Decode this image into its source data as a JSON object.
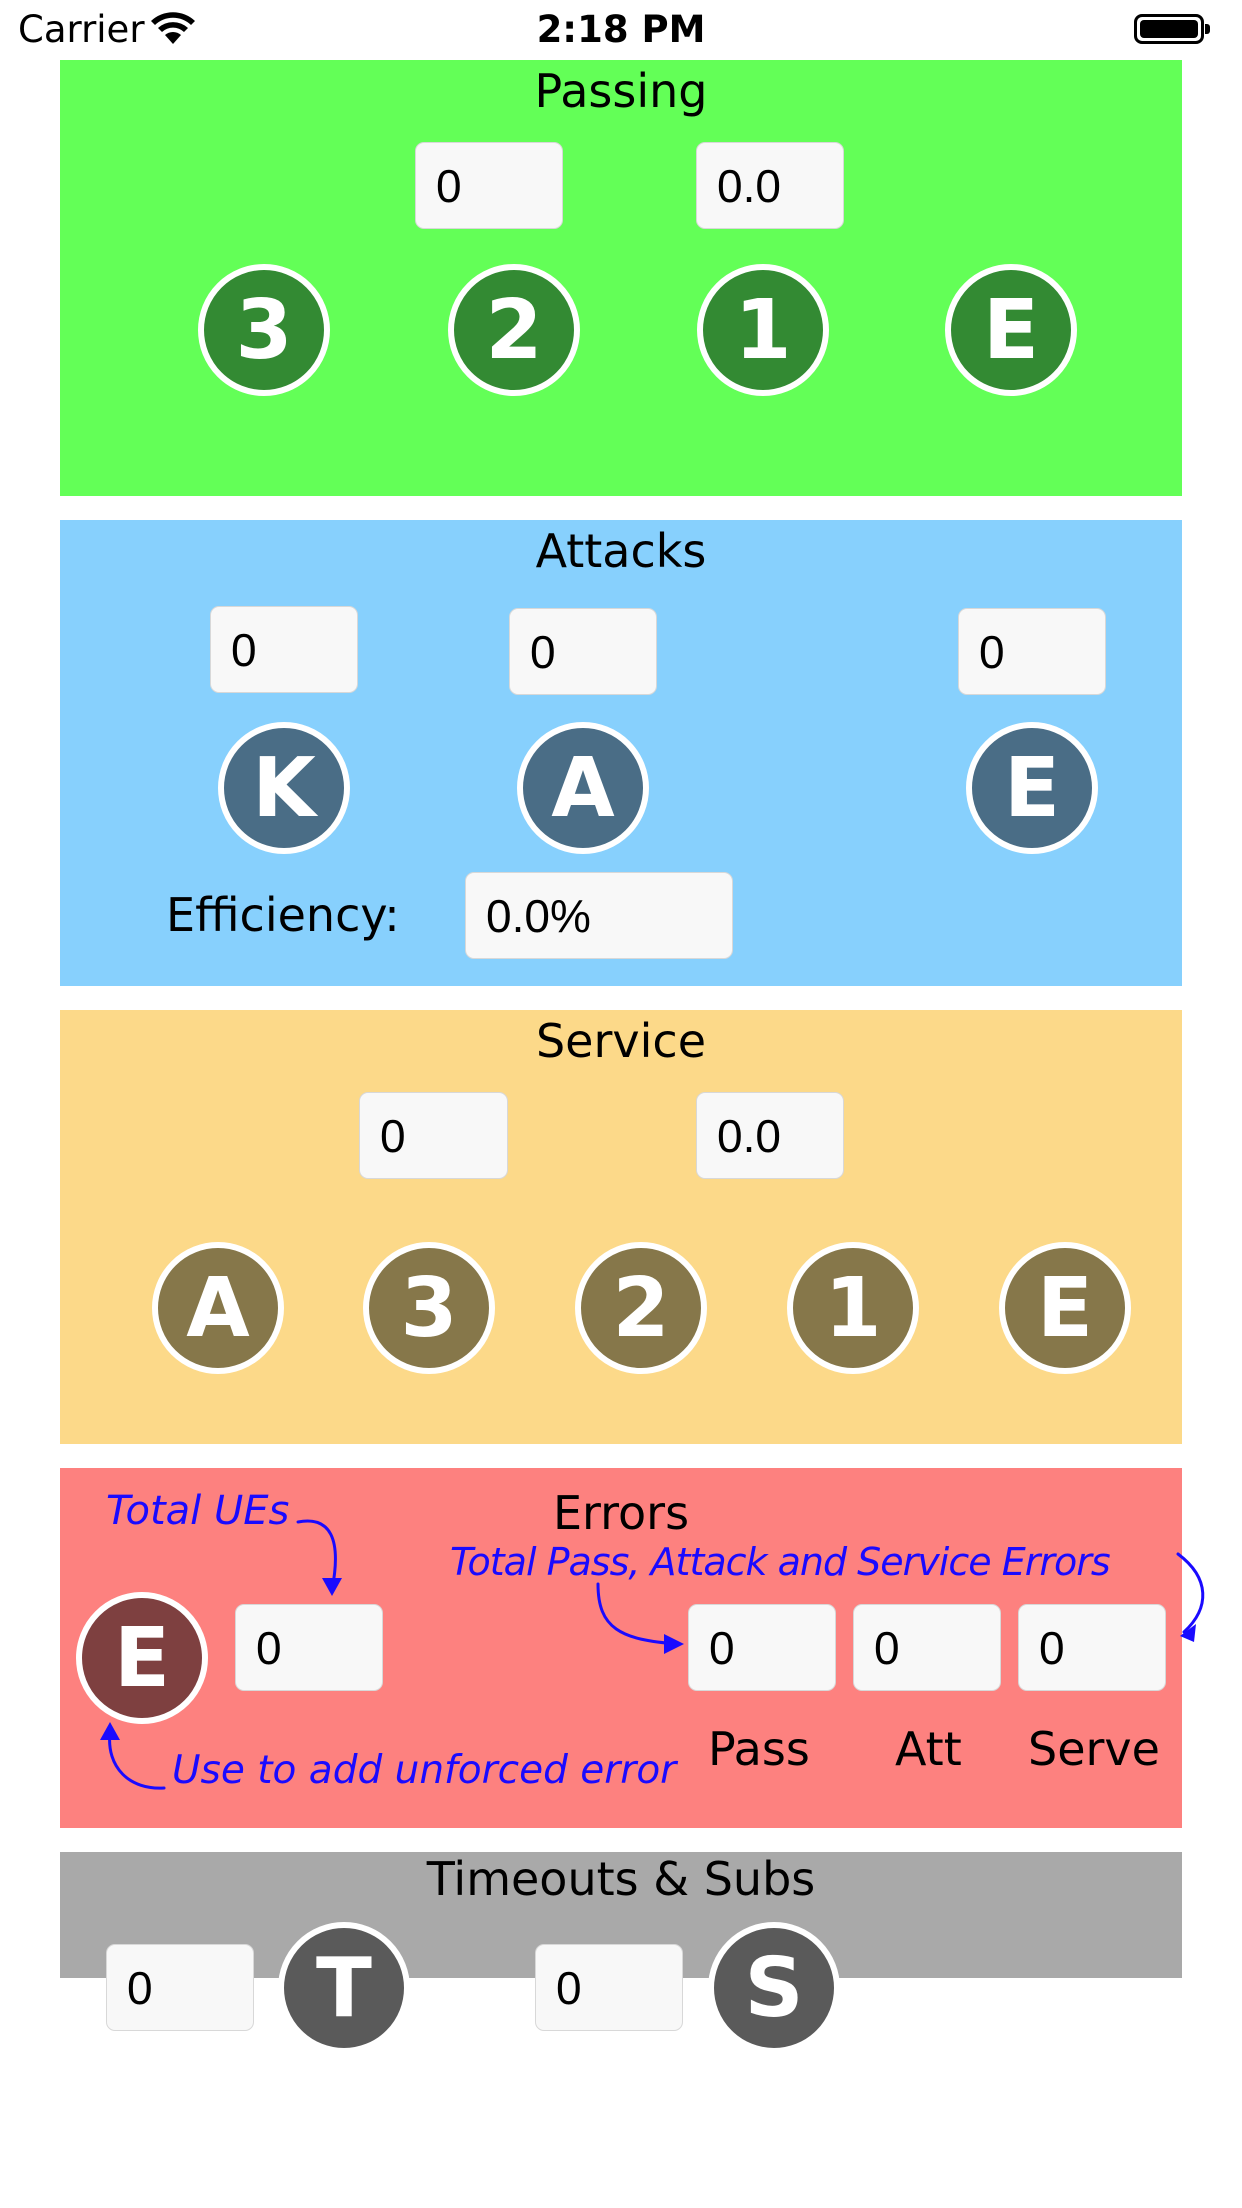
{
  "status_bar": {
    "carrier": "Carrier",
    "time": "2:18 PM"
  },
  "passing": {
    "title": "Passing",
    "count": "0",
    "average": "0.0",
    "buttons": [
      "3",
      "2",
      "1",
      "E"
    ],
    "bg": "#63ff57",
    "btn_color": "#338a33"
  },
  "attacks": {
    "title": "Attacks",
    "kills": "0",
    "attempts": "0",
    "errors": "0",
    "buttons": [
      "K",
      "A",
      "E"
    ],
    "efficiency_label": "Efficiency:",
    "efficiency": "0.0%",
    "bg": "#87d0fd",
    "btn_color": "#4a6d86"
  },
  "service": {
    "title": "Service",
    "count": "0",
    "average": "0.0",
    "buttons": [
      "A",
      "3",
      "2",
      "1",
      "E"
    ],
    "bg": "#fcd989",
    "btn_color": "#86774a"
  },
  "errors": {
    "title": "Errors",
    "button": "E",
    "total_ue": "0",
    "pass": "0",
    "att": "0",
    "serve": "0",
    "labels": {
      "pass": "Pass",
      "att": "Att",
      "serve": "Serve"
    },
    "notes": {
      "total_ues": "Total UEs",
      "total_errors": "Total Pass, Attack and Service Errors",
      "use_to_add": "Use to add unforced error"
    },
    "bg": "#fd817f",
    "btn_color": "#7e4040"
  },
  "timeouts": {
    "title": "Timeouts & Subs",
    "timeouts_count": "0",
    "subs_count": "0",
    "buttons": [
      "T",
      "S"
    ],
    "bg": "#a9a9a9",
    "btn_color": "#5a5a5a"
  }
}
